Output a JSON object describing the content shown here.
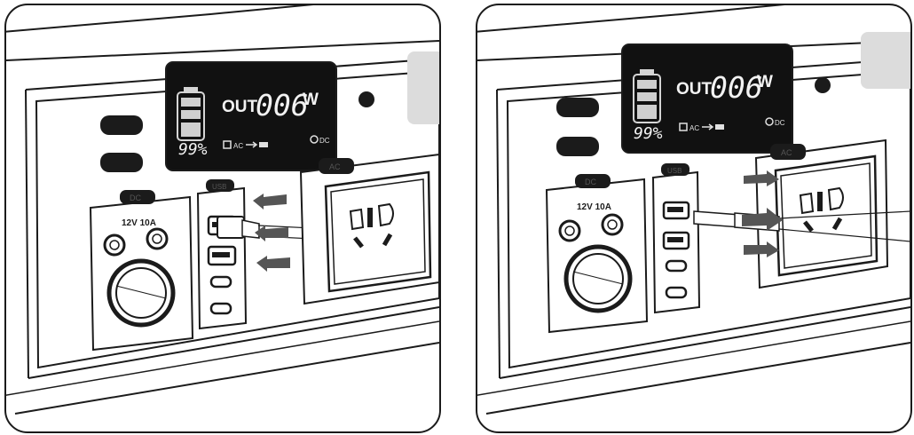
{
  "panels": [
    {
      "id": "usb-output",
      "display": {
        "out_label": "OUT",
        "out_value": "006",
        "out_unit": "W",
        "battery_percent": "99%",
        "mode_label": "AC",
        "indicator_dc": "DC"
      },
      "dc_section": {
        "badge": "DC",
        "rating": "12V 10A"
      },
      "usb_section": {
        "badge": "USB"
      },
      "ac_section": {
        "badge": "AC"
      },
      "arrows_target": "usb"
    },
    {
      "id": "ac-output",
      "display": {
        "out_label": "OUT",
        "out_value": "006",
        "out_unit": "W",
        "battery_percent": "99%",
        "mode_label": "AC",
        "indicator_dc": "DC"
      },
      "dc_section": {
        "badge": "DC",
        "rating": "12V 10A"
      },
      "usb_section": {
        "badge": "USB"
      },
      "ac_section": {
        "badge": "AC"
      },
      "arrows_target": "ac"
    }
  ],
  "colors": {
    "line": "#1b1b1b",
    "screen": "#111111",
    "screen_text": "#f2f2f2",
    "arrow": "#555555",
    "panel_fill": "#ffffff",
    "shade": "#d9d9d9"
  }
}
